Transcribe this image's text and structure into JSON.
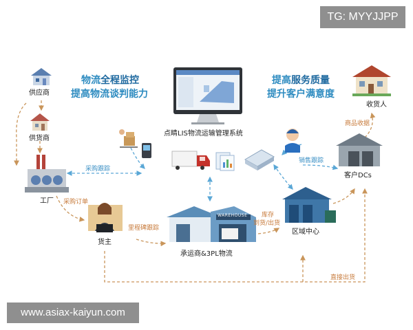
{
  "watermarks": {
    "top_right": "TG: MYYJJPP",
    "bottom_left": "www.asiax-kaiyun.com"
  },
  "slogans": {
    "left_line1_a": "物流",
    "left_line1_b": "全程监控",
    "left_line2": "提高物流谈判能力",
    "right_line1_a": "提高",
    "right_line1_b": "服务质量",
    "right_line2": "提升客户满意度"
  },
  "nodes": {
    "supplier": "供应商",
    "vendor": "供货商",
    "factory": "工厂",
    "shipper": "货主",
    "system": "点睛LIS物流运输管理系统",
    "carrier": "承运商&3PL物流",
    "regional_center": "区域中心",
    "customer_dc": "客户DCs",
    "consignee": "收货人"
  },
  "flows": {
    "purchase_tracking": "采购跟踪",
    "purchase_order": "采购订单",
    "milestone_tracking": "里程碑跟踪",
    "inventory": "库存",
    "inbound_outbound": "到货/出货",
    "sales_tracking": "销售跟踪",
    "goods_receipt": "商品收据",
    "direct_shipping": "直接出货"
  },
  "warehouse_sign": "WAREHOUSE",
  "colors": {
    "orange_arrow": "#c9955a",
    "blue_arrow": "#5aa7d6",
    "slogan_blue": "#2d8bc0"
  }
}
